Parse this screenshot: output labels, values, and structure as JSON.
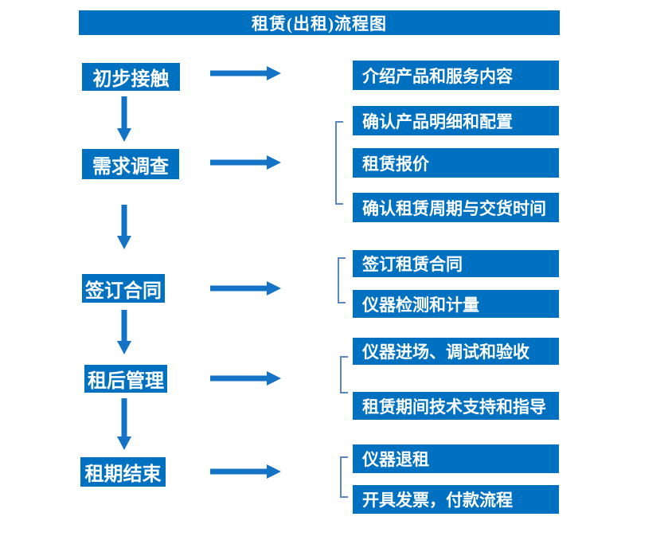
{
  "title": "租赁(出租)流程图",
  "colors": {
    "primary": "#0070c0",
    "arrow": "#1473c4",
    "bracket": "#5b87c0",
    "text": "#ffffff"
  },
  "steps": [
    {
      "label": "初步接触",
      "details": [
        "介绍产品和服务内容"
      ]
    },
    {
      "label": "需求调查",
      "details": [
        "确认产品明细和配置",
        "租赁报价",
        "确认租赁周期与交货时间"
      ]
    },
    {
      "label": "签订合同",
      "details": [
        "签订租赁合同",
        "仪器检测和计量"
      ]
    },
    {
      "label": "租后管理",
      "details": [
        "仪器进场、调试和验收",
        "租赁期间技术支持和指导"
      ]
    },
    {
      "label": "租期结束",
      "details": [
        "仪器退租",
        "开具发票，付款流程"
      ]
    }
  ]
}
